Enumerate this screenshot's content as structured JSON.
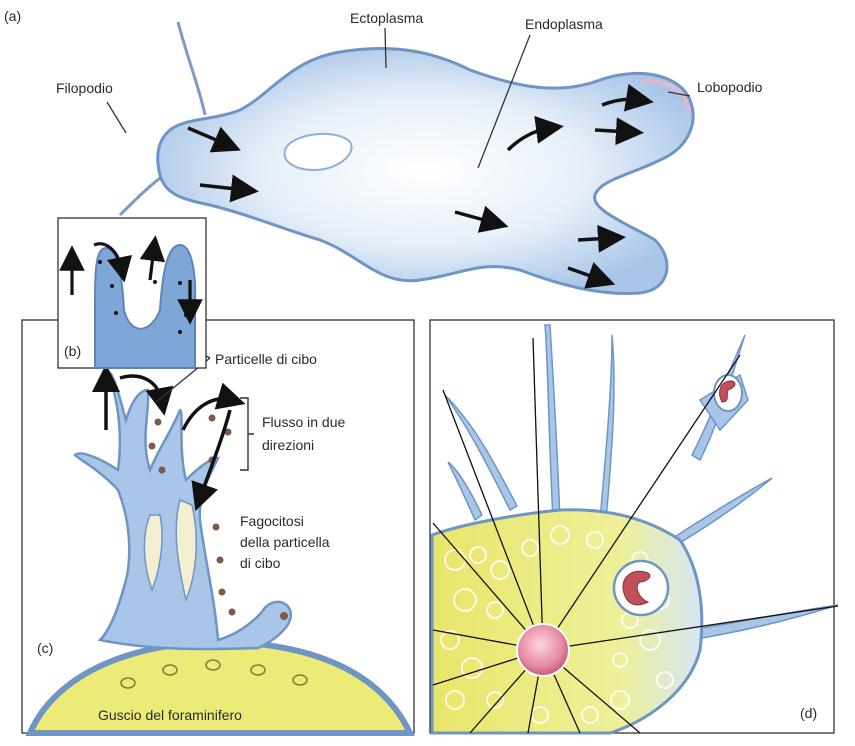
{
  "panels": {
    "a": "(a)",
    "b": "(b)",
    "c": "(c)",
    "d": "(d)"
  },
  "labels": {
    "ectoplasma": "Ectoplasma",
    "endoplasma": "Endoplasma",
    "filopodio": "Filopodio",
    "lobopodio": "Lobopodio",
    "particelle": "Particelle di cibo",
    "flusso_1": "Flusso in due",
    "flusso_2": "direzioni",
    "fagocitosi_1": "Fagocitosi",
    "fagocitosi_2": "della particella",
    "fagocitosi_3": "di cibo",
    "guscio": "Guscio del foraminifero"
  },
  "colors": {
    "cell_fill": "#c9ddf2",
    "cell_edge": "#6f95c4",
    "shell": "#f0ea7a",
    "nucleus": "#e88aa2",
    "food_vacuole": "#c0505a",
    "food_particle": "#7a5a4a",
    "arrow": "#111111"
  }
}
